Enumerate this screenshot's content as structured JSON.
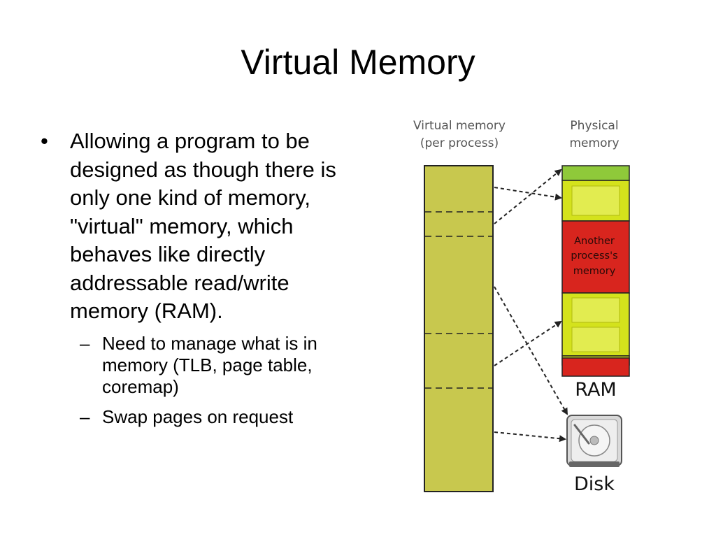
{
  "title": "Virtual Memory",
  "bullets": {
    "main": "Allowing a program to be designed as though there is only one kind of memory, \"virtual\" memory, which behaves like directly addressable read/write memory (RAM).",
    "sub": [
      "Need to manage what is in memory (TLB, page table, coremap)",
      "Swap pages on request"
    ]
  },
  "diagram": {
    "virtual_label_line1": "Virtual memory",
    "virtual_label_line2": "(per process)",
    "physical_label_line1": "Physical",
    "physical_label_line2": "memory",
    "other_process_line1": "Another",
    "other_process_line2": "process's",
    "other_process_line3": "memory",
    "ram_label": "RAM",
    "disk_label": "Disk",
    "colors": {
      "virtual_fill": "#c8c84e",
      "ram_fill": "#d4e21c",
      "other_fill": "#d8251e",
      "arrow": "#222222"
    }
  }
}
